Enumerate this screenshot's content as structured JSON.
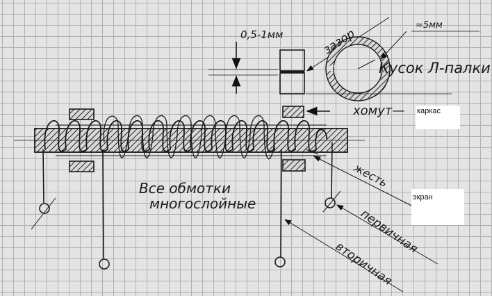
{
  "labels": {
    "gap_size": "0,5-1мм",
    "gap": "зазор",
    "wall": "≈5мм",
    "ring_piece": "Кусок Л-палки",
    "clamp": "хомут—",
    "frame": "каркас",
    "tin": "жесть",
    "screen": "экран",
    "note_line1": "Все обмотки",
    "note_line2": "многослойные",
    "primary": "первичная",
    "secondary": "вторичная"
  },
  "colors": {
    "ink": "#1a1a1a",
    "paper": "#e4e4e4"
  }
}
